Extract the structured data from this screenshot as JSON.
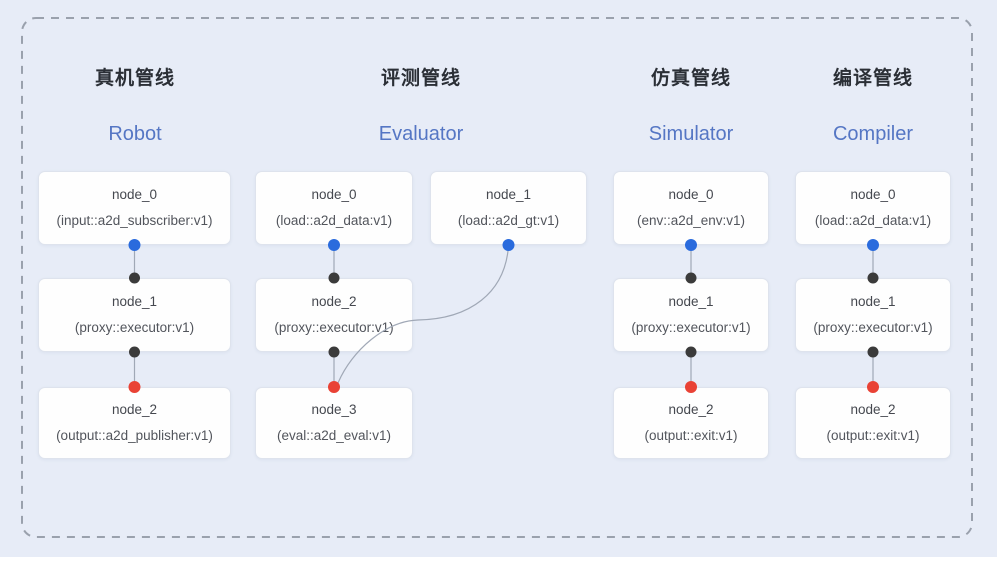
{
  "diagram_title": "pipeline-graph-overview",
  "colors": {
    "background": "#e7ecf7",
    "box_fill": "#fefefe",
    "box_border": "#dee3ed",
    "dashed_border": "#9aa1ad",
    "edge": "#a0a8b6",
    "port_blue": "#2a6bdd",
    "port_dark": "#3b3b3b",
    "port_red": "#e94235",
    "title_cn_color": "#2b2f36",
    "title_en_color": "#5576c4"
  },
  "pipelines": [
    {
      "title_cn": "真机管线",
      "title_en": "Robot",
      "nodes": [
        {
          "name": "node_0",
          "impl": "(input::a2d_subscriber:v1)"
        },
        {
          "name": "node_1",
          "impl": "(proxy::executor:v1)"
        },
        {
          "name": "node_2",
          "impl": "(output::a2d_publisher:v1)"
        }
      ]
    },
    {
      "title_cn": "评测管线",
      "title_en": "Evaluator",
      "nodes": [
        {
          "name": "node_0",
          "impl": "(load::a2d_data:v1)"
        },
        {
          "name": "node_1",
          "impl": "(load::a2d_gt:v1)"
        },
        {
          "name": "node_2",
          "impl": "(proxy::executor:v1)"
        },
        {
          "name": "node_3",
          "impl": "(eval::a2d_eval:v1)"
        }
      ]
    },
    {
      "title_cn": "仿真管线",
      "title_en": "Simulator",
      "nodes": [
        {
          "name": "node_0",
          "impl": "(env::a2d_env:v1)"
        },
        {
          "name": "node_1",
          "impl": "(proxy::executor:v1)"
        },
        {
          "name": "node_2",
          "impl": "(output::exit:v1)"
        }
      ]
    },
    {
      "title_cn": "编译管线",
      "title_en": "Compiler",
      "nodes": [
        {
          "name": "node_0",
          "impl": "(load::a2d_data:v1)"
        },
        {
          "name": "node_1",
          "impl": "(proxy::executor:v1)"
        },
        {
          "name": "node_2",
          "impl": "(output::exit:v1)"
        }
      ]
    }
  ]
}
